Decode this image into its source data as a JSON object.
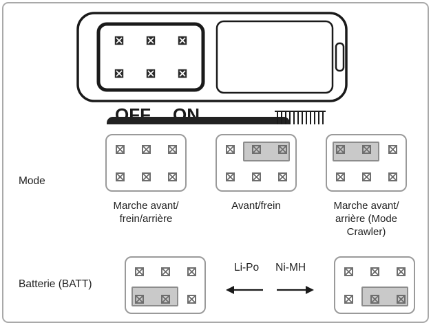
{
  "device": {
    "off_label": "OFF",
    "on_label": "ON"
  },
  "mode_section": {
    "label": "Mode",
    "options": [
      {
        "caption": "Marche avant/\nfrein/arrière",
        "jumper": "none"
      },
      {
        "caption": "Avant/frein",
        "jumper": "top-right"
      },
      {
        "caption": "Marche avant/\narrière (Mode\nCrawler)",
        "jumper": "top-left"
      }
    ]
  },
  "battery_section": {
    "label": "Batterie (BATT)",
    "chemistries": [
      {
        "label": "Li-Po",
        "arrow": "left"
      },
      {
        "label": "Ni-MH",
        "arrow": "right"
      }
    ],
    "options": [
      {
        "jumper": "bottom-left"
      },
      {
        "jumper": "bottom-right"
      }
    ]
  },
  "colors": {
    "jumper_fill": "#c9c9c9",
    "jumper_border": "#8c8c8c",
    "line_art": "#1a1a1a",
    "frame_border": "#a9a9a9"
  }
}
